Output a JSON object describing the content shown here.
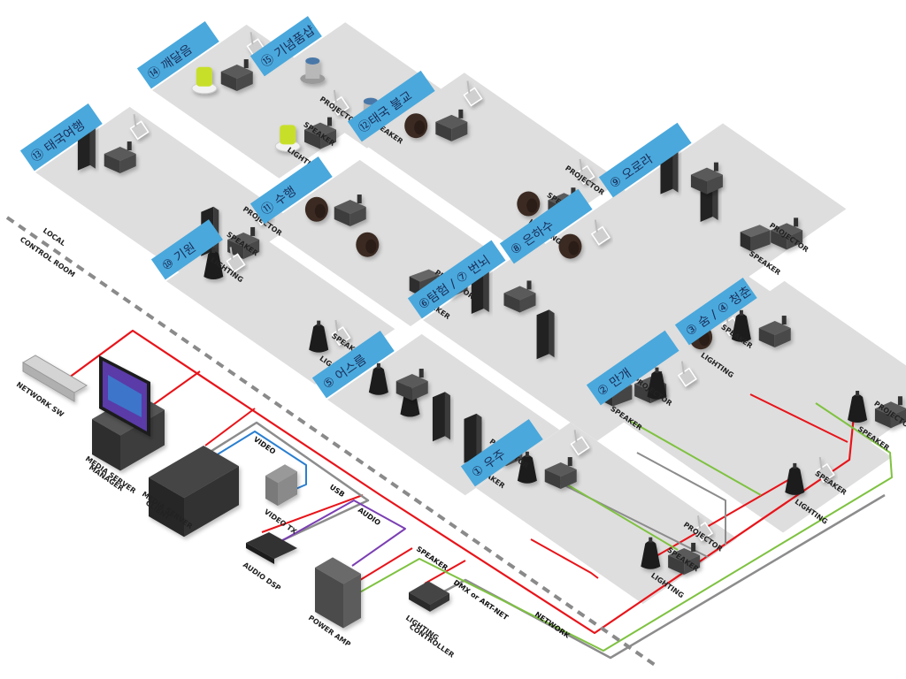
{
  "diagram": {
    "boundary_label": [
      "LOCAL",
      "CONTROL ROOM"
    ],
    "colors": {
      "network": "#e8141a",
      "speaker": "#7fc241",
      "dmx": "#8c8c8c",
      "video": "#2a7fd0",
      "audio": "#7b3fb3",
      "usb": "#8c8c8c",
      "zone_tag": "#4aa8dc",
      "zone_floor": "#dedede"
    },
    "zones": [
      {
        "id": "z15",
        "label": "⑮ 기념품샵",
        "devices": [
          "SPEAKER"
        ]
      },
      {
        "id": "z14",
        "label": "⑭ 깨달음",
        "devices": [
          "LIGHTING",
          "SPEAKER",
          "PROJECTOR"
        ]
      },
      {
        "id": "z13",
        "label": "⑬ 태국여행",
        "devices": [
          "LIGHTING",
          "SPEAKER",
          "PROJECTOR"
        ]
      },
      {
        "id": "z12",
        "label": "⑫태국 불교",
        "devices": [
          "LIGHTING",
          "SPEAKER",
          "PROJECTOR"
        ]
      },
      {
        "id": "z11",
        "label": "⑪ 수행",
        "devices": [
          "SPEAKER",
          "PROJECTOR"
        ]
      },
      {
        "id": "z10",
        "label": "⑩ 기원",
        "devices": [
          "LIGHTING",
          "SPEAKER"
        ]
      },
      {
        "id": "z9",
        "label": "⑨ 오로라",
        "devices": [
          "SPEAKER",
          "PROJECTOR"
        ]
      },
      {
        "id": "z8",
        "label": "⑧ 은하수",
        "devices": [
          "LIGHTING",
          "SPEAKER"
        ]
      },
      {
        "id": "z67",
        "label": "⑥탐험 / ⑦ 번뇌",
        "devices": [
          "SPEAKER",
          "PROJECTOR"
        ]
      },
      {
        "id": "z5",
        "label": "⑤ 어스름",
        "devices": [
          "SPEAKER",
          "PROJECTOR"
        ]
      },
      {
        "id": "z34",
        "label": "③ 숨 / ④ 청춘",
        "devices": [
          "SPEAKER",
          "PROJECTOR"
        ]
      },
      {
        "id": "z2",
        "label": "② 만개",
        "devices": [
          "LIGHTING",
          "SPEAKER"
        ]
      },
      {
        "id": "z1",
        "label": "① 우주",
        "devices": [
          "LIGHTING",
          "SPEAKER",
          "PROJECTOR"
        ]
      }
    ],
    "control_room": {
      "devices": [
        {
          "id": "network_sw",
          "label": "NETWORK SW"
        },
        {
          "id": "ms_manager",
          "label": [
            "MEDIA SERVER",
            "MANAGER"
          ]
        },
        {
          "id": "ms_client",
          "label": [
            "MEDIA SERVER",
            "CLIENT"
          ]
        },
        {
          "id": "video_tx",
          "label": "VIDEO TX"
        },
        {
          "id": "audio_dsp",
          "label": "AUDIO DSP"
        },
        {
          "id": "power_amp",
          "label": "POWER AMP"
        },
        {
          "id": "lighting_ctrl",
          "label": [
            "LIGHTING",
            "CONTROLLER"
          ]
        }
      ],
      "cables": {
        "video": "VIDEO",
        "usb": "USB",
        "audio": "AUDIO",
        "speaker": "SPEAKER",
        "dmx": "DMX or ART-NET",
        "network": "NETWORK"
      }
    }
  }
}
